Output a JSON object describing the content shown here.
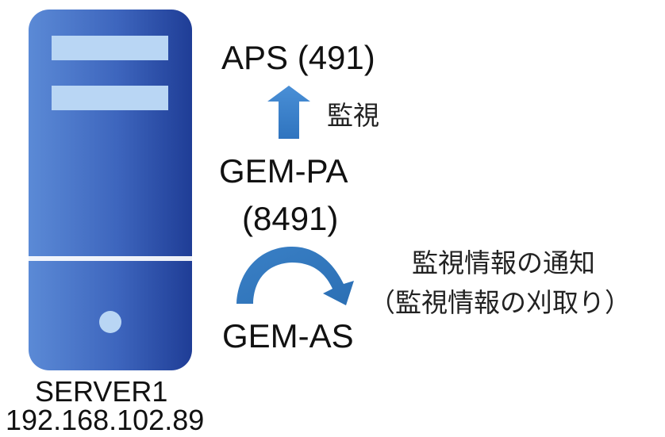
{
  "server": {
    "name": "SERVER1",
    "ip": "192.168.102.89"
  },
  "nodes": {
    "aps": "APS (491)",
    "gem_pa_line1": "GEM-PA",
    "gem_pa_line2": "(8491)",
    "gem_as": "GEM-AS"
  },
  "edges": {
    "monitor_label": "監視",
    "notify_label_line1": "監視情報の通知",
    "notify_label_line2": "（監視情報の刈取り）"
  },
  "colors": {
    "server_light": "#4f7fd0",
    "server_dark": "#1e3e98",
    "arrow_up": "#5b9bd5",
    "arrow_curve": "#3a7fc2"
  }
}
